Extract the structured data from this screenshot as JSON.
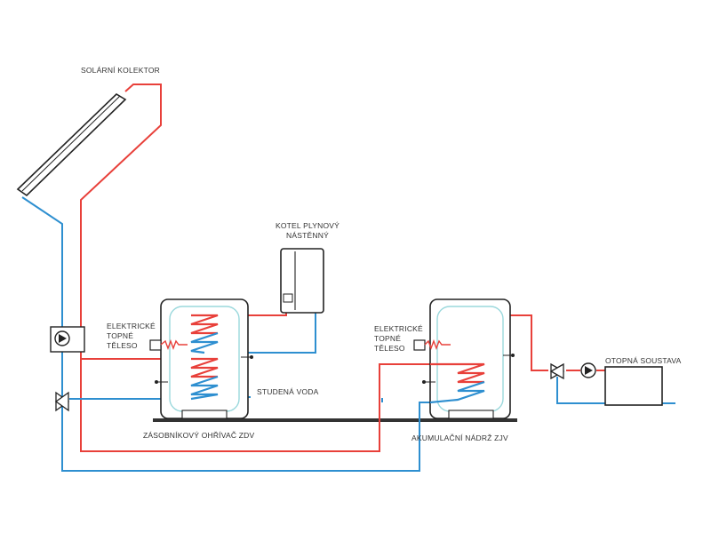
{
  "labels": {
    "solar_collector": "SOLÁRNÍ KOLEKTOR",
    "gas_boiler_line1": "KOTEL PLYNOVÝ",
    "gas_boiler_line2": "NÁSTĚNNÝ",
    "heater_left_line1": "ELEKTRICKÉ",
    "heater_left_line2": "TOPNÉ",
    "heater_left_line3": "TĚLESO",
    "heater_right_line1": "ELEKTRICKÉ",
    "heater_right_line2": "TOPNÉ",
    "heater_right_line3": "TĚLESO",
    "cold_water": "STUDENÁ VODA",
    "dhw_tank": "ZÁSOBNÍKOVÝ OHŘÍVAČ ZDV",
    "accumulation_tank": "AKUMULAČNÍ NÁDRŽ ZJV",
    "heating_system": "OTOPNÁ SOUSTAVA"
  },
  "colors": {
    "hot_pipe": "#e8403a",
    "cold_pipe": "#2e8fd0",
    "outline": "#222222",
    "tank_inner": "#9ad8dc",
    "base": "#333333"
  }
}
